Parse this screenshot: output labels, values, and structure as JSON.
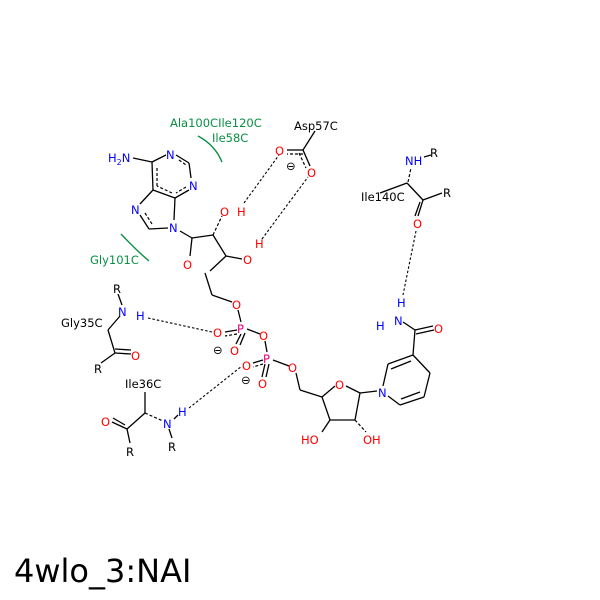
{
  "title": "4wlo_3:NAI",
  "colors": {
    "nitrogen": "#0000ff",
    "oxygen": "#ff0000",
    "phosphorus": "#e0007a",
    "hydrophobic": "#0a8f45"
  },
  "residues": {
    "ala100_ile120": "Ala100CIle120C",
    "ile58": "Ile58C",
    "gly101": "Gly101C",
    "asp57": "Asp57C",
    "ile140": "Ile140C",
    "gly35": "Gly35C",
    "ile36": "Ile36C"
  },
  "atoms": {
    "h2n": "H2N",
    "n": "N",
    "o": "O",
    "h": "H",
    "p": "P",
    "r": "R",
    "nh": "NH",
    "ho": "HO",
    "oh": "OH",
    "charge": "⊖"
  }
}
